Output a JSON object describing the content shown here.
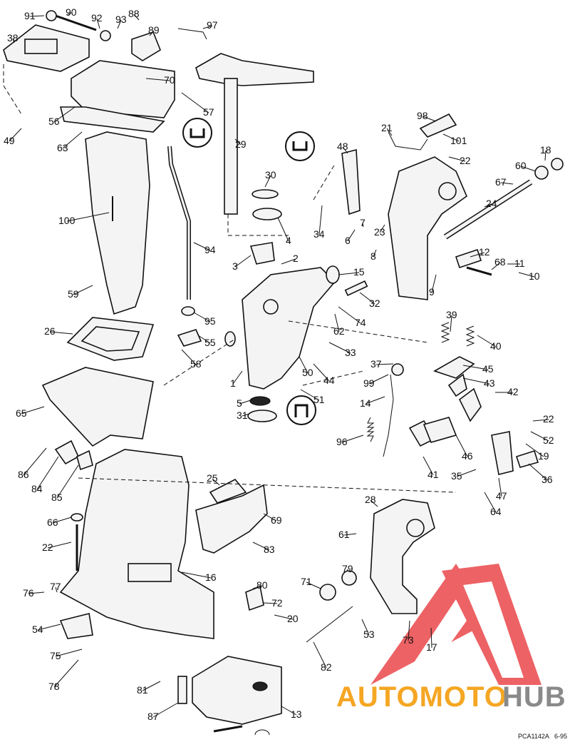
{
  "watermark": {
    "brand_left": "AUTOMOTO",
    "brand_right": "HUB",
    "colors": {
      "orange": "#f5a623",
      "red": "#e8373b",
      "gray": "#8a8a8a"
    }
  },
  "footer": {
    "code": "PCA1142A",
    "date": "6-95"
  },
  "callouts": [
    "91",
    "90",
    "92",
    "93",
    "88",
    "89",
    "97",
    "38",
    "70",
    "57",
    "56",
    "63",
    "49",
    "29",
    "21",
    "98",
    "101",
    "18",
    "22",
    "60",
    "67",
    "24",
    "48",
    "30",
    "100",
    "4",
    "34",
    "7",
    "6",
    "23",
    "8",
    "2",
    "12",
    "68",
    "11",
    "10",
    "94",
    "3",
    "15",
    "9",
    "59",
    "32",
    "95",
    "62",
    "74",
    "39",
    "40",
    "26",
    "55",
    "58",
    "33",
    "45",
    "37",
    "43",
    "1",
    "50",
    "44",
    "99",
    "42",
    "5",
    "51",
    "14",
    "65",
    "31",
    "22b",
    "52",
    "19",
    "96",
    "46",
    "86",
    "84",
    "41",
    "36",
    "85",
    "35",
    "47",
    "25",
    "28",
    "64",
    "69",
    "66",
    "83",
    "22c",
    "61",
    "16",
    "71",
    "80",
    "79",
    "76",
    "77",
    "72",
    "20",
    "54",
    "53",
    "73",
    "17",
    "75",
    "82",
    "78",
    "81",
    "13",
    "87"
  ]
}
